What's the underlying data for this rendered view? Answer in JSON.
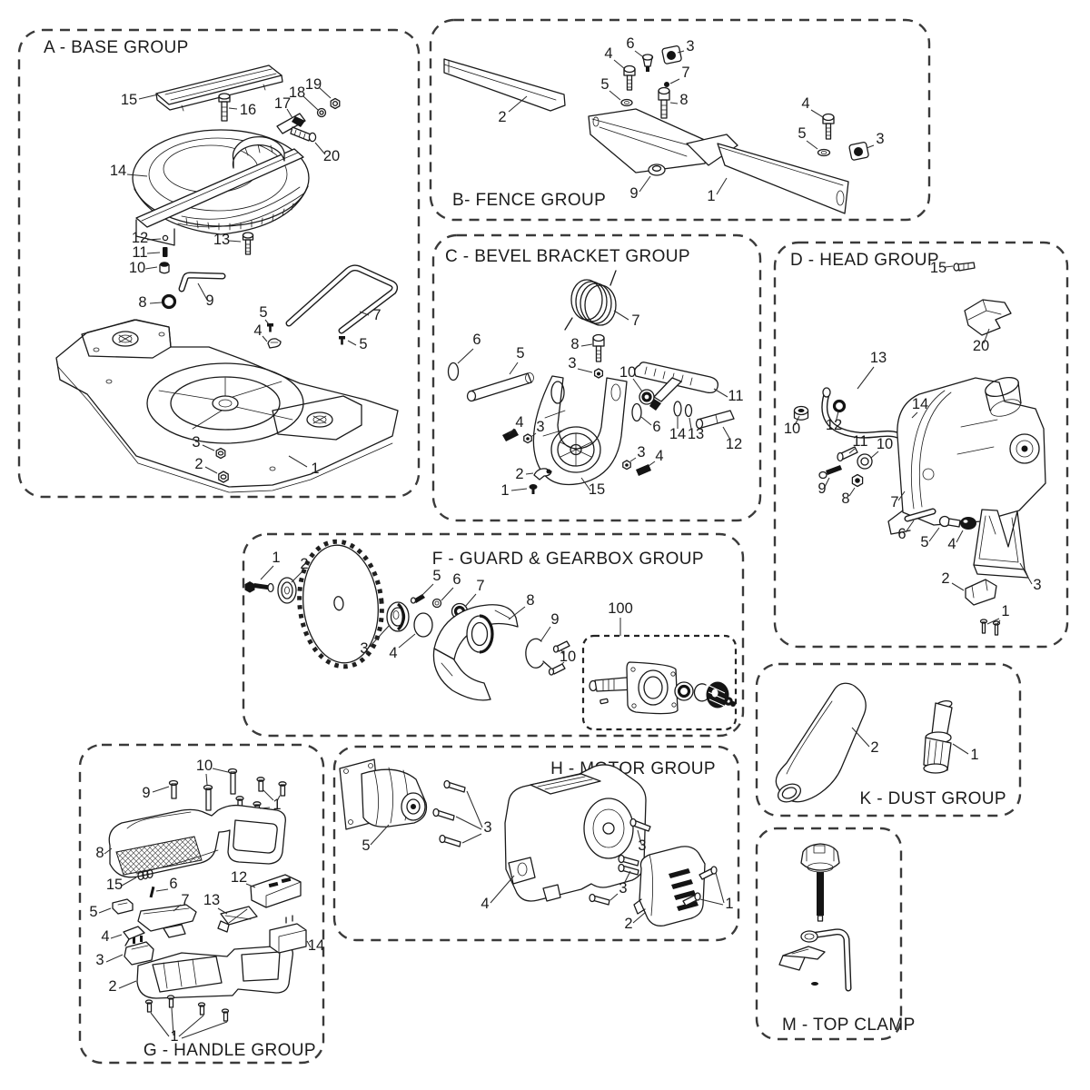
{
  "page": {
    "background": "#ffffff",
    "line_color": "#1a1a1a",
    "text_color": "#1c1c1c"
  },
  "groups": {
    "A": {
      "title": "A - BASE GROUP",
      "callouts": [
        "15",
        "16",
        "17",
        "18",
        "19",
        "20",
        "14",
        "12",
        "11",
        "10",
        "13",
        "8",
        "9",
        "5",
        "4",
        "7",
        "5",
        "3",
        "2",
        "1"
      ]
    },
    "B": {
      "title": "B- FENCE GROUP",
      "callouts": [
        "2",
        "4",
        "6",
        "3",
        "5",
        "7",
        "8",
        "9",
        "1",
        "4",
        "5",
        "3"
      ]
    },
    "C": {
      "title": "C - BEVEL BRACKET GROUP",
      "callouts": [
        "7",
        "8",
        "3",
        "6",
        "5",
        "10",
        "11",
        "6",
        "14",
        "13",
        "12",
        "4",
        "3",
        "2",
        "1",
        "15",
        "3",
        "4"
      ]
    },
    "D": {
      "title": "D - HEAD GROUP",
      "callouts": [
        "15",
        "20",
        "13",
        "10",
        "12",
        "14",
        "11",
        "10",
        "9",
        "8",
        "7",
        "6",
        "5",
        "4",
        "3",
        "2",
        "1"
      ]
    },
    "F": {
      "title": "F - GUARD & GEARBOX GROUP",
      "callouts": [
        "1",
        "2",
        "5",
        "6",
        "7",
        "8",
        "9",
        "10",
        "3",
        "4",
        "100"
      ]
    },
    "G": {
      "title": "G - HANDLE GROUP",
      "callouts": [
        "9",
        "10",
        "1",
        "8",
        "15",
        "6",
        "5",
        "7",
        "12",
        "13",
        "4",
        "3",
        "2",
        "14",
        "1"
      ]
    },
    "H": {
      "title": "H - MOTOR GROUP",
      "callouts": [
        "5",
        "3",
        "4",
        "3",
        "3",
        "2",
        "1"
      ]
    },
    "K": {
      "title": "K - DUST GROUP",
      "callouts": [
        "2",
        "1"
      ]
    },
    "M": {
      "title": "M - TOP CLAMP",
      "callouts": []
    }
  }
}
